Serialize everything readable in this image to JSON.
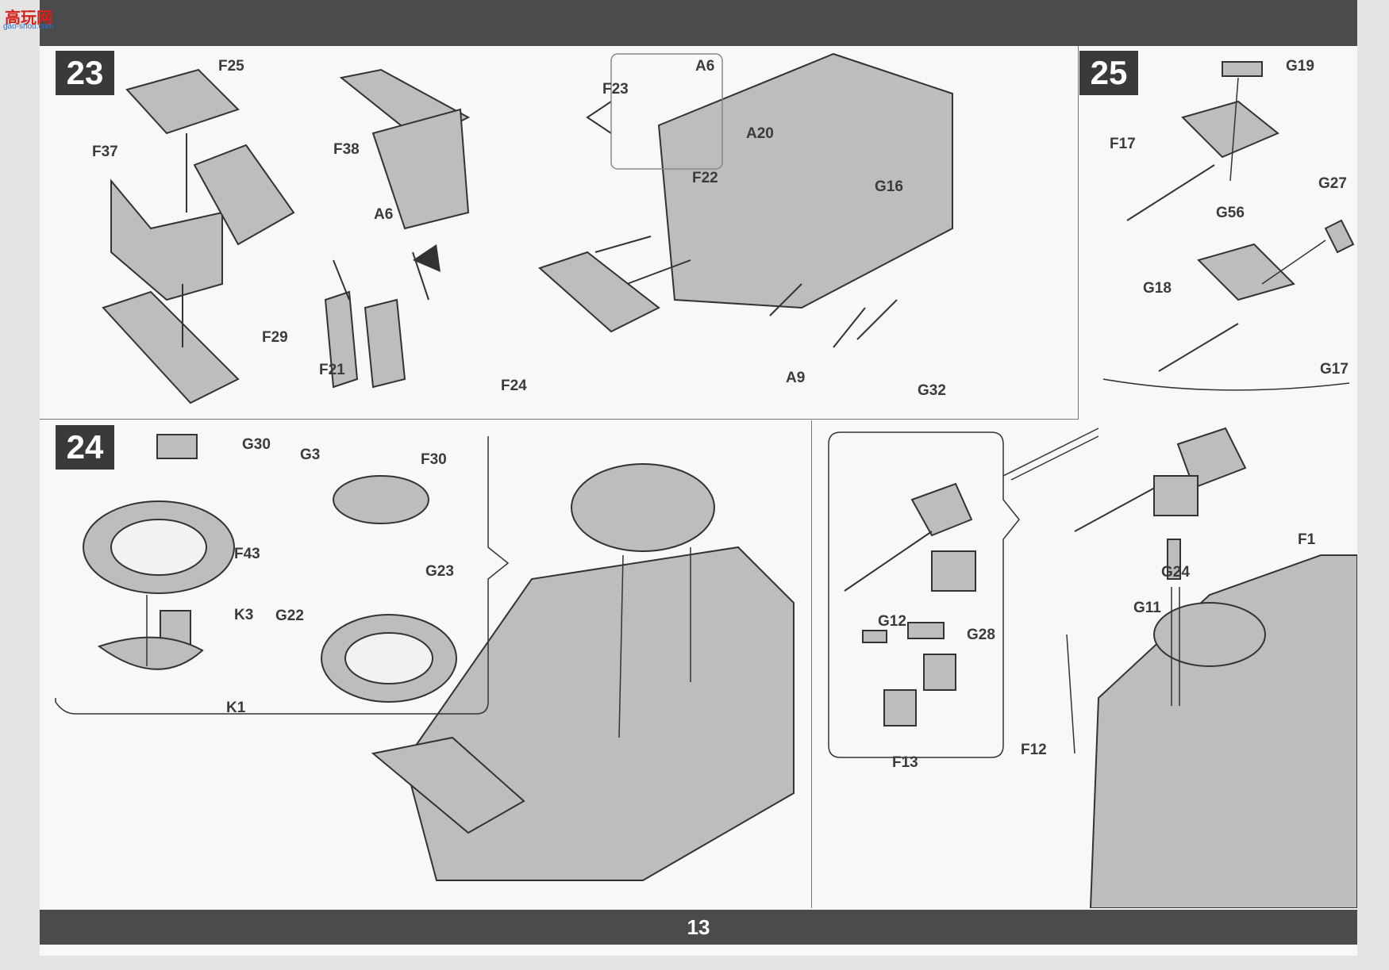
{
  "watermark": {
    "main": "高玩网",
    "sub": "gao-shou.com"
  },
  "page_number": "13",
  "steps": {
    "s23": {
      "number": "23",
      "labels": [
        "F25",
        "F37",
        "F38",
        "F29",
        "A6",
        "F21",
        "F24",
        "F23",
        "F22",
        "A20",
        "G16",
        "A9",
        "G32"
      ],
      "detail_labels": [
        "A6"
      ]
    },
    "s24": {
      "number": "24",
      "labels": [
        "G30",
        "F43",
        "K3",
        "K1",
        "G3",
        "F30",
        "G23",
        "G22"
      ]
    },
    "s25": {
      "number": "25",
      "labels": [
        "G19",
        "F17",
        "G56",
        "G27",
        "G18",
        "G17"
      ],
      "lower_labels": [
        "G12",
        "G28",
        "F12",
        "F13",
        "F1",
        "G24",
        "G11"
      ]
    }
  }
}
